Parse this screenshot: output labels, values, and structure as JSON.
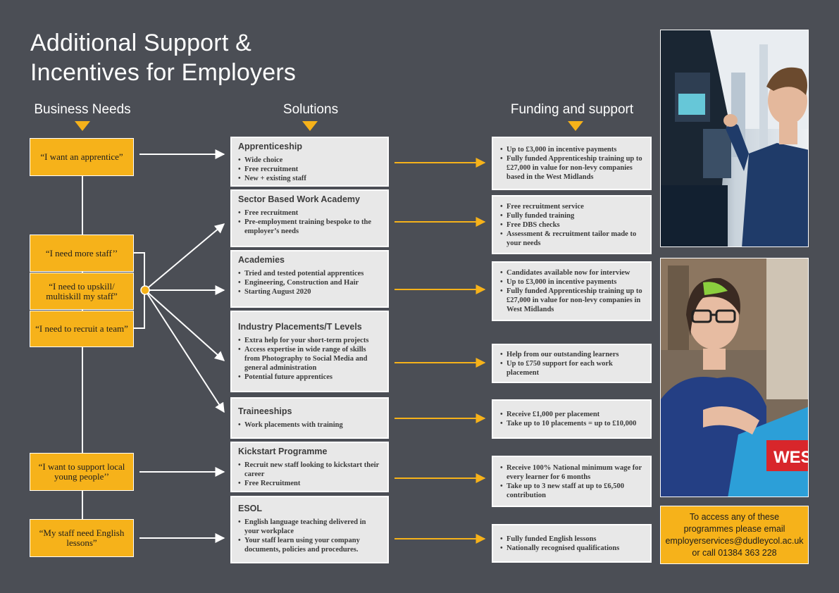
{
  "title": {
    "line1": "Additional Support &",
    "line2": "Incentives for Employers"
  },
  "columns": {
    "needs": "Business Needs",
    "solutions": "Solutions",
    "funding": "Funding and support"
  },
  "needs": [
    "“I want an apprentice”",
    "“I need more staff’’",
    "“I need to upskill/ multiskill my staff”",
    "“I need to recruit a team”",
    "“I want to support local young people’’",
    "“My staff need English lessons”"
  ],
  "solutions": [
    {
      "title": "Apprenticeship",
      "items": [
        "Wide choice",
        "Free recruitment",
        "New + existing staff"
      ]
    },
    {
      "title": "Sector Based Work Academy",
      "items": [
        "Free recruitment",
        "Pre-employment training bespoke to the employer’s needs"
      ]
    },
    {
      "title": "Academies",
      "items": [
        "Tried and tested potential apprentices",
        "Engineering, Construction and Hair",
        "Starting August 2020"
      ]
    },
    {
      "title": "Industry Placements/T Levels",
      "items": [
        "Extra help for your short-term projects",
        "Access expertise in wide range of skills from Photography to Social Media and general administration",
        "Potential future apprentices"
      ]
    },
    {
      "title": "Traineeships",
      "items": [
        "Work placements with training"
      ]
    },
    {
      "title": "Kickstart Programme",
      "items": [
        "Recruit new staff looking to kickstart their career",
        "Free Recruitment"
      ]
    },
    {
      "title": "ESOL",
      "items": [
        "English language teaching delivered in your workplace",
        "Your staff learn using your company documents, policies and procedures."
      ]
    }
  ],
  "funding": [
    {
      "items": [
        "Up to £3,000 in incentive payments",
        "Fully funded Apprenticeship training up to £27,000 in value for non-levy companies based in the West Midlands"
      ]
    },
    {
      "items": [
        "Free recruitment service",
        "Fully funded training",
        "Free DBS checks",
        "Assessment & recruitment tailor made to your needs"
      ]
    },
    {
      "items": [
        "Candidates available now for interview",
        "Up to £3,000 in incentive payments",
        "Fully funded Apprenticeship training up to £27,000 in value for non-levy companies in West Midlands"
      ]
    },
    {
      "items": [
        "Help from our outstanding learners",
        "Up to £750 support for each work placement"
      ]
    },
    {
      "items": [
        "Receive £1,000 per placement",
        "Take up to 10 placements = up to £10,000"
      ]
    },
    {
      "items": [
        "Receive 100% National minimum wage for every learner for 6 months",
        "Take up to 3 new staff at up to £6,500 contribution"
      ]
    },
    {
      "items": [
        "Fully funded English lessons",
        "Nationally recognised qualifications"
      ]
    }
  ],
  "contact": {
    "line1": "To access any of these",
    "line2": "programmes please email",
    "line3": "employerservices@dudleycol.ac.uk",
    "line4": "or call 01384 363 228"
  },
  "photo_sign": "WES",
  "colors": {
    "background": "#4b4e55",
    "accent": "#f6b21a",
    "box": "#e8e8e8"
  }
}
